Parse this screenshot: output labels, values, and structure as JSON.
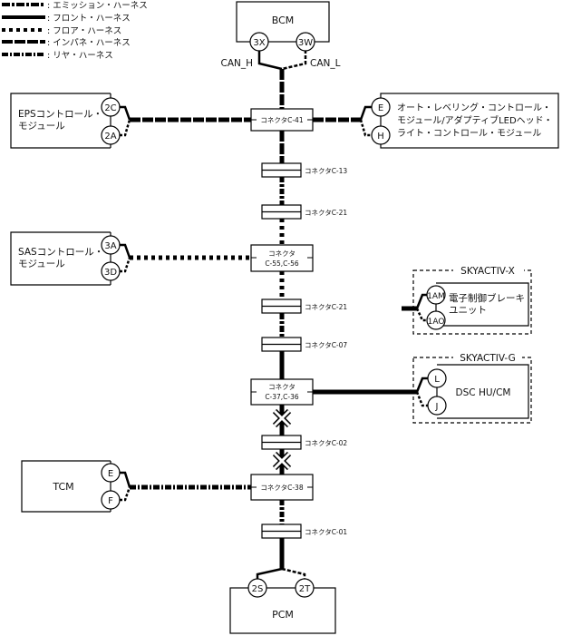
{
  "legend": [
    {
      "label": ": エミッション・ハーネス",
      "style": "emission"
    },
    {
      "label": ": フロント・ハーネス",
      "style": "front"
    },
    {
      "label": ": フロア・ハーネス",
      "style": "floor"
    },
    {
      "label": ": インパネ・ハーネス",
      "style": "instpanel"
    },
    {
      "label": ": リヤ・ハーネス",
      "style": "rear"
    }
  ],
  "modules": {
    "bcm": {
      "name": "BCM",
      "pins": [
        "3X",
        "3W"
      ],
      "signals": [
        "CAN_H",
        "CAN_L"
      ]
    },
    "eps": {
      "name_lines": [
        "EPSコントロール・",
        "モジュール"
      ],
      "pins": [
        "2C",
        "2A"
      ]
    },
    "headlight": {
      "name_lines": [
        "オート・レベリング・コントロール・",
        "モジュール/アダプティブLEDヘッド・",
        "ライト・コントロール・モジュール"
      ],
      "pins": [
        "E",
        "H"
      ]
    },
    "sas": {
      "name_lines": [
        "SASコントロール・",
        "モジュール"
      ],
      "pins": [
        "3A",
        "3D"
      ]
    },
    "brake": {
      "group": "SKYACTIV-X",
      "name_lines": [
        "電子制御ブレーキ",
        "ユニット"
      ],
      "pins": [
        "1AM",
        "1AO"
      ]
    },
    "dsc": {
      "group": "SKYACTIV-G",
      "name": "DSC HU/CM",
      "pins": [
        "L",
        "J"
      ]
    },
    "tcm": {
      "name": "TCM",
      "pins": [
        "E",
        "F"
      ]
    },
    "pcm": {
      "name": "PCM",
      "pins": [
        "2S",
        "2T"
      ]
    }
  },
  "connectors": {
    "c41": "コネクタC-41",
    "c13": "コネクタC-13",
    "c21a": "コネクタC-21",
    "c55_line1": "コネクタ",
    "c55_line2": "C-55,C-56",
    "c21b": "コネクタC-21",
    "c07": "コネクタC-07",
    "c37_line1": "コネクタ",
    "c37_line2": "C-37,C-36",
    "c02": "コネクタC-02",
    "c38": "コネクタC-38",
    "c01": "コネクタC-01"
  }
}
